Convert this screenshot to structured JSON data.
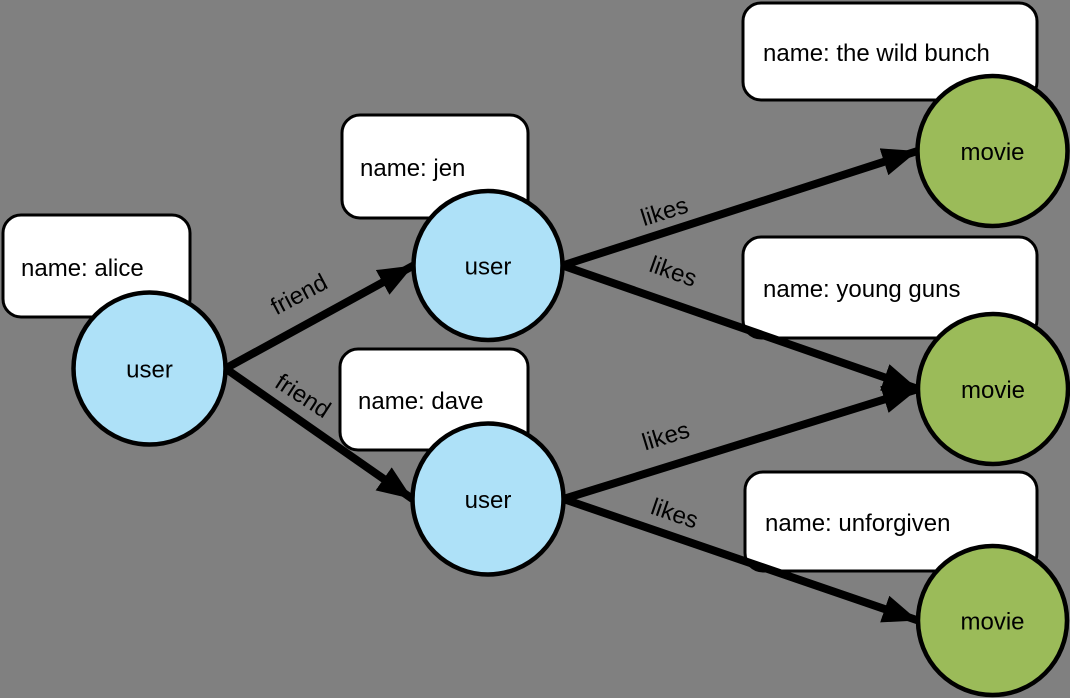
{
  "diagram": {
    "description": "property graph of users and movies",
    "colors": {
      "background": "#808080",
      "user_node_fill": "#AEE1F8",
      "movie_node_fill": "#9BBB59",
      "node_border": "#000000",
      "property_box_fill": "#FFFFFF",
      "edge_color": "#000000",
      "text_color": "#000000"
    },
    "nodes": [
      {
        "id": "alice",
        "type": "user",
        "label": "user",
        "property": "name: alice"
      },
      {
        "id": "jen",
        "type": "user",
        "label": "user",
        "property": "name: jen"
      },
      {
        "id": "dave",
        "type": "user",
        "label": "user",
        "property": "name: dave"
      },
      {
        "id": "the-wild-bunch",
        "type": "movie",
        "label": "movie",
        "property": "name: the wild bunch"
      },
      {
        "id": "young-guns",
        "type": "movie",
        "label": "movie",
        "property": "name: young guns"
      },
      {
        "id": "unforgiven",
        "type": "movie",
        "label": "movie",
        "property": "name: unforgiven"
      }
    ],
    "edges": [
      {
        "from": "alice",
        "to": "jen",
        "label": "friend"
      },
      {
        "from": "alice",
        "to": "dave",
        "label": "friend"
      },
      {
        "from": "jen",
        "to": "the-wild-bunch",
        "label": "likes"
      },
      {
        "from": "jen",
        "to": "young-guns",
        "label": "likes"
      },
      {
        "from": "dave",
        "to": "young-guns",
        "label": "likes"
      },
      {
        "from": "dave",
        "to": "unforgiven",
        "label": "likes"
      }
    ]
  }
}
